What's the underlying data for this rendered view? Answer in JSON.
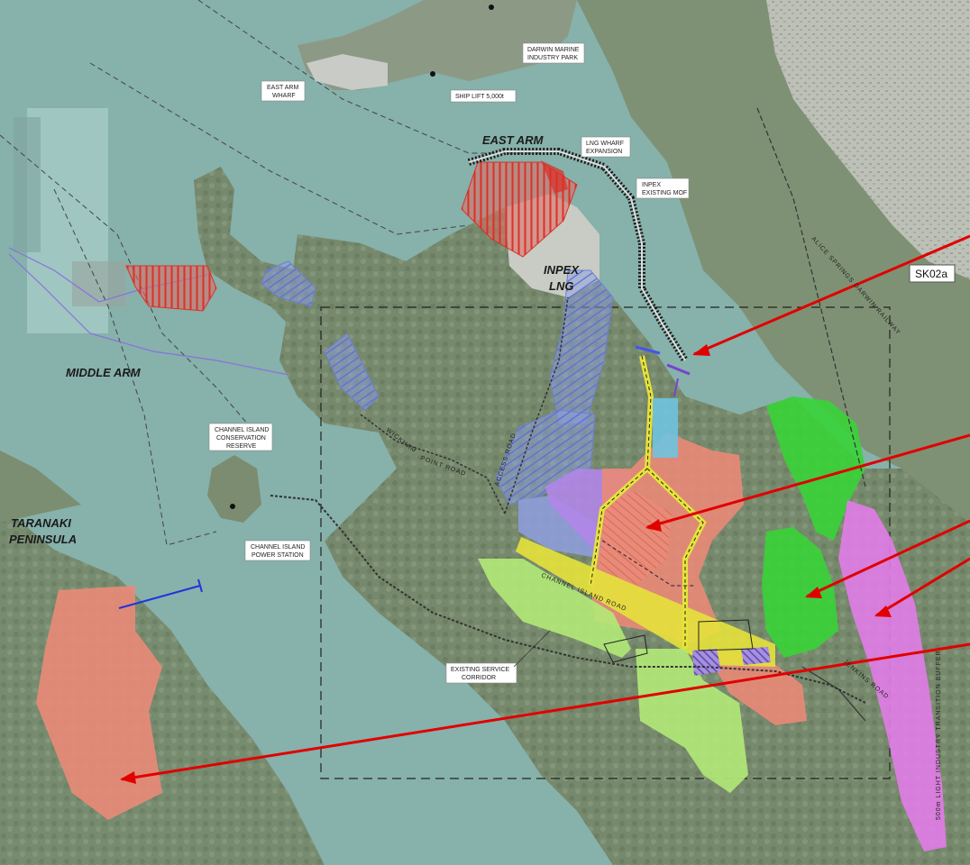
{
  "map": {
    "colors": {
      "water": "#86b2ac",
      "land": "#7f9174",
      "urban": "#b9bdb3",
      "red_hatch": "#d9322a",
      "blue_hatch": "#6d7fd6",
      "salmon": "#ea8a78",
      "green": "#38d438",
      "lime": "#b2ea78",
      "magenta": "#e27ce8",
      "purple": "#b186e8",
      "yellow": "#e6e23c",
      "cyan": "#6fc4e0",
      "arrow": "#e00000",
      "mid_arm_line": "#8a6fe0"
    },
    "labels": {
      "east_arm": "EAST ARM",
      "middle_arm": "MIDDLE ARM",
      "taranaki_line1": "TARANAKI",
      "taranaki_line2": "PENINSULA",
      "inpex_line1": "INPEX",
      "inpex_line2": "LNG",
      "sk02a": "SK02a"
    },
    "boxed_labels": {
      "east_arm_wharf_1": "EAST ARM",
      "east_arm_wharf_2": "WHARF",
      "ship_lift": "SHIP LIFT 5,000t",
      "dmip_1": "DARWIN MARINE",
      "dmip_2": "INDUSTRY PARK",
      "lng_wharf_1": "LNG WHARF",
      "lng_wharf_2": "EXPANSION",
      "inpex_mof_1": "INPEX",
      "inpex_mof_2": "EXISTING MOF",
      "ci_reserve_1": "CHANNEL ISLAND",
      "ci_reserve_2": "CONSERVATION",
      "ci_reserve_3": "RESERVE",
      "ci_power_1": "CHANNEL ISLAND",
      "ci_power_2": "POWER STATION",
      "service_corr_1": "EXISTING SERVICE",
      "service_corr_2": "CORRIDOR"
    },
    "roads": {
      "wickham": "WICKHAM",
      "point_road": "POINT ROAD",
      "access_road": "ACCESS ROAD",
      "channel_island_road": "CHANNEL ISLAND ROAD",
      "rail": "ALICE SPRINGS DARWIN RAILWAY",
      "jenkins": "JENKINS ROAD",
      "buffer": "500m LIGHT INDUSTRY TRANSITION BUFFER"
    }
  }
}
